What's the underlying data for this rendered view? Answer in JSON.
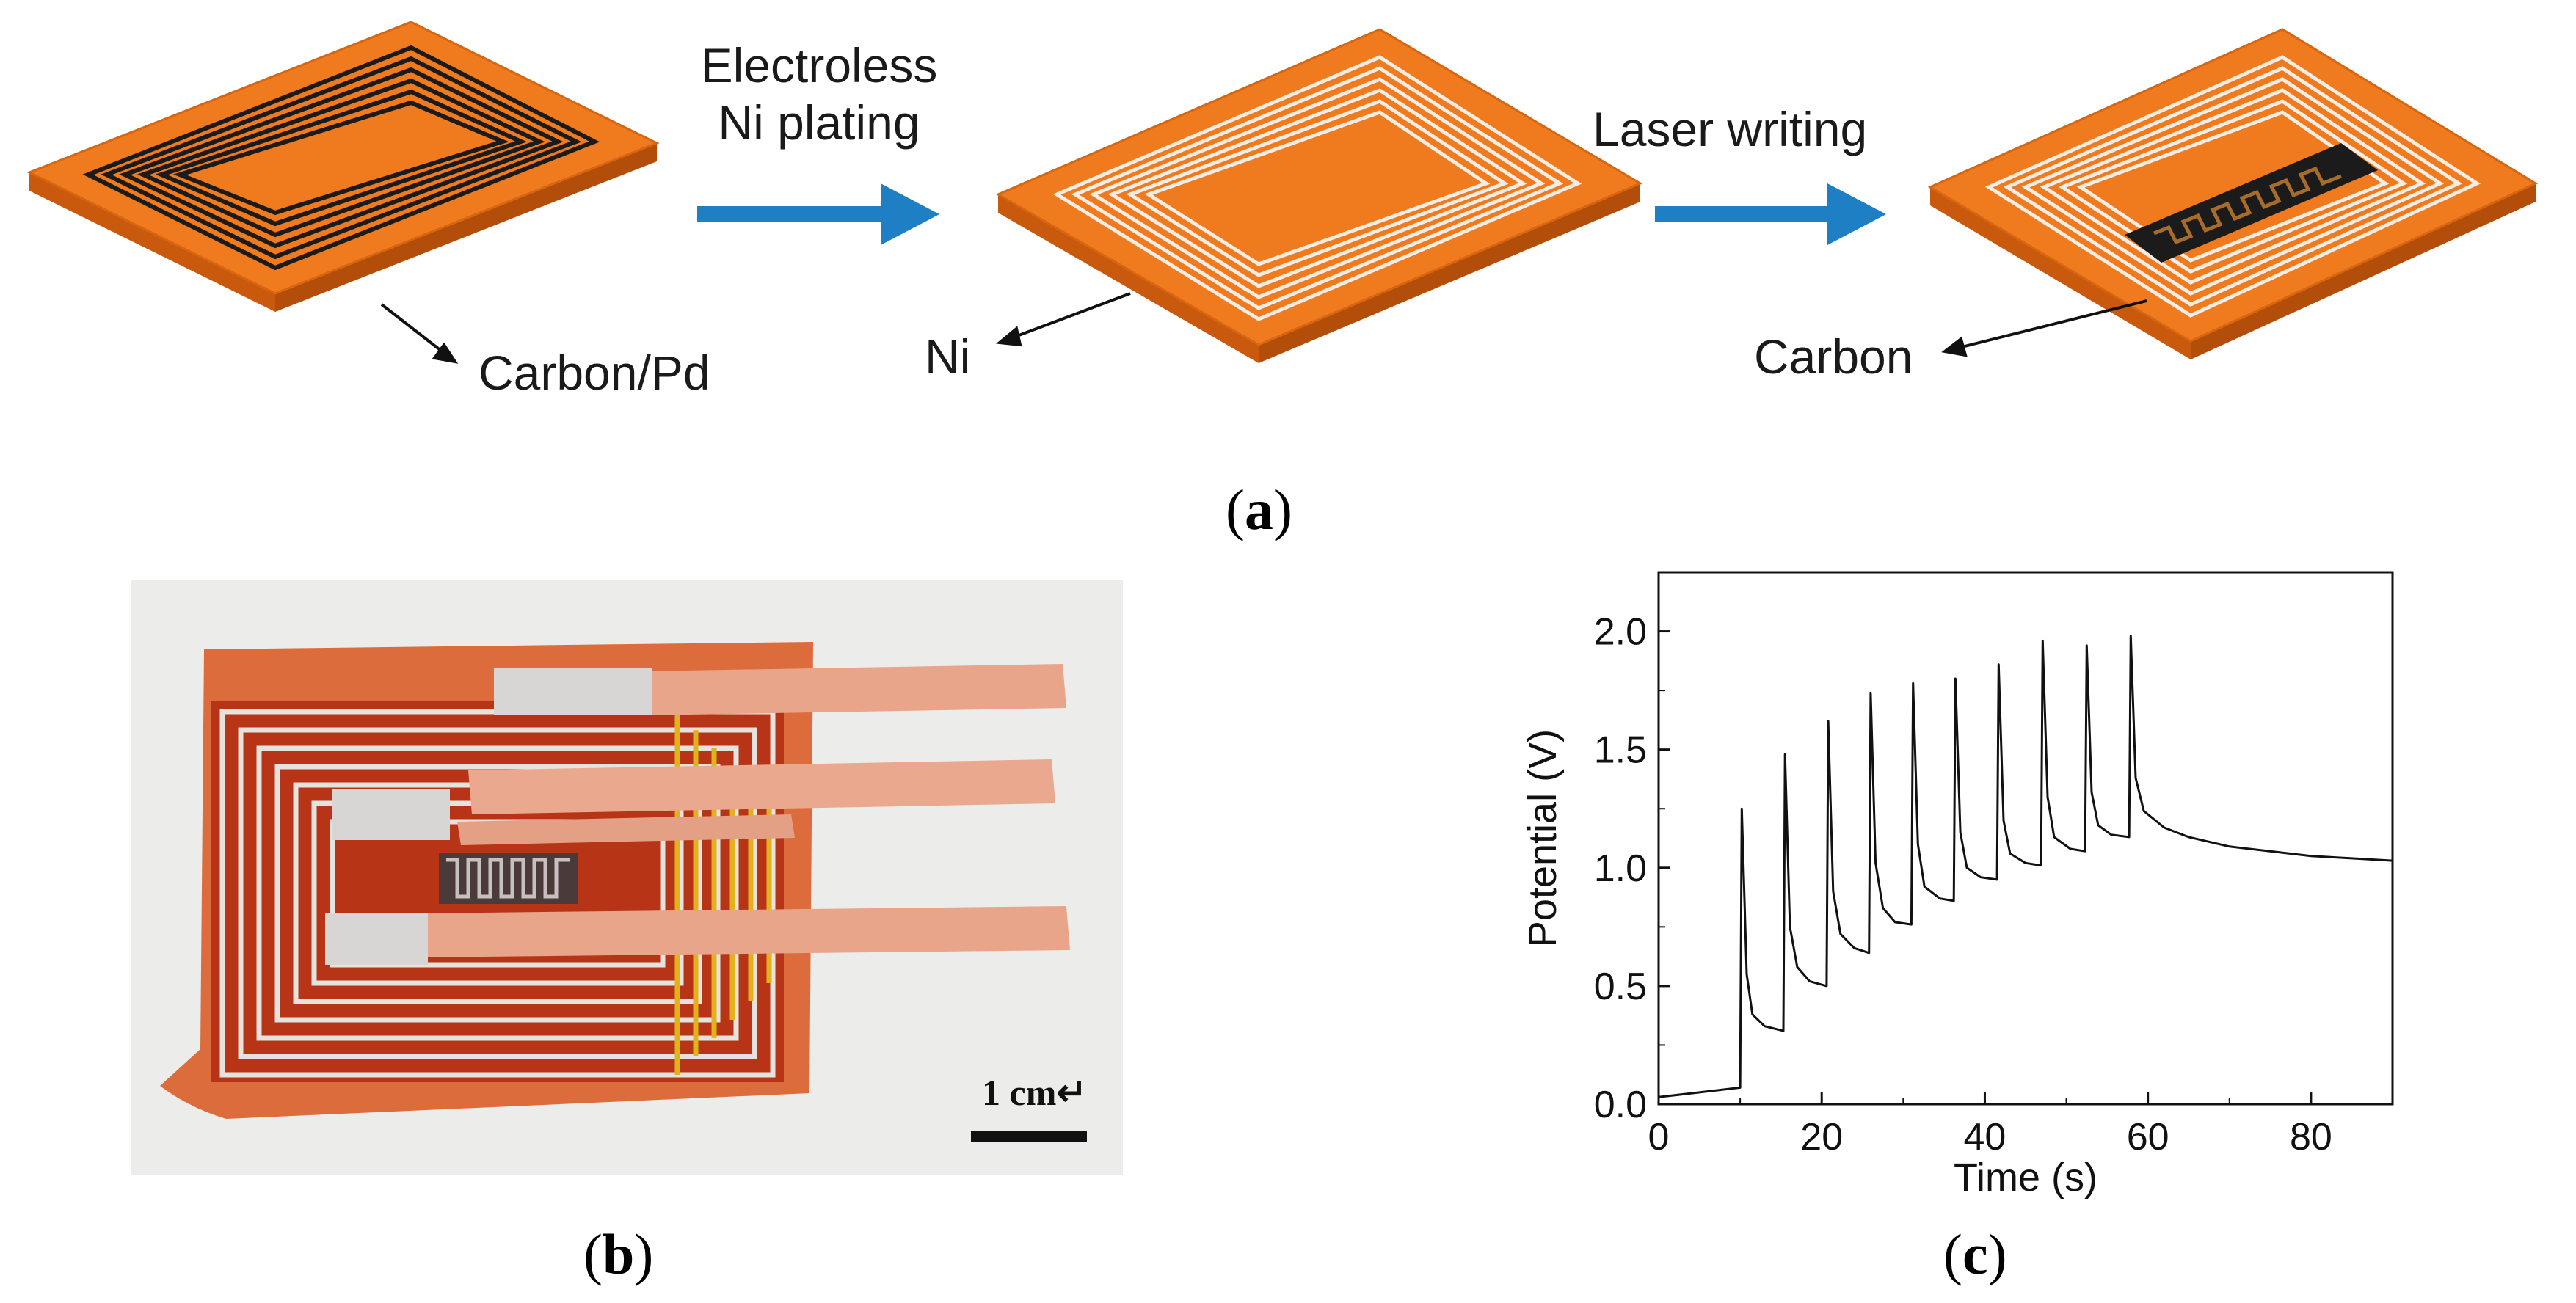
{
  "figure": {
    "panel_a": {
      "label_open": "(",
      "label_letter": "a",
      "label_close": ")",
      "step1_line1": "Electroless",
      "step1_line2": "Ni plating",
      "step2": "Laser writing",
      "callout_carbon_pd": "Carbon/Pd",
      "callout_ni": "Ni",
      "callout_carbon": "Carbon"
    },
    "panel_b": {
      "label_open": "(",
      "label_letter": "b",
      "label_close": ")",
      "scale_bar_text": "1 cm↵"
    },
    "panel_c": {
      "label_open": "(",
      "label_letter": "c",
      "label_close": ")"
    }
  },
  "colors": {
    "substrate": "#f07a1e",
    "substrate_edge": "#c9590c",
    "arrow": "#1f7fc4",
    "carbon": "#1b1b1b",
    "nickel": "#f3ede6",
    "copper": "#e9a58a",
    "kapton": "#c8401a",
    "gold_trace": "#e2b21c"
  },
  "chart_data": {
    "type": "line",
    "xlabel": "Time (s)",
    "ylabel": "Potential (V)",
    "xlim": [
      0,
      90
    ],
    "ylim": [
      0.0,
      2.25
    ],
    "xticks": [
      0,
      20,
      40,
      60,
      80
    ],
    "yticks": [
      0.0,
      0.5,
      1.0,
      1.5,
      2.0
    ],
    "xtick_labels": [
      "0",
      "20",
      "40",
      "60",
      "80"
    ],
    "ytick_labels": [
      "0.0",
      "0.5",
      "1.0",
      "1.5",
      "2.0"
    ],
    "series": [
      {
        "values": [
          [
            0,
            0.03
          ],
          [
            5,
            0.05
          ],
          [
            10,
            0.07
          ],
          [
            10.2,
            1.25
          ],
          [
            10.8,
            0.55
          ],
          [
            11.5,
            0.38
          ],
          [
            13,
            0.33
          ],
          [
            15.3,
            0.31
          ],
          [
            15.5,
            1.48
          ],
          [
            16.1,
            0.75
          ],
          [
            17,
            0.58
          ],
          [
            18.5,
            0.52
          ],
          [
            20.6,
            0.5
          ],
          [
            20.8,
            1.62
          ],
          [
            21.4,
            0.9
          ],
          [
            22.3,
            0.72
          ],
          [
            24,
            0.66
          ],
          [
            25.8,
            0.64
          ],
          [
            26.0,
            1.74
          ],
          [
            26.6,
            1.02
          ],
          [
            27.5,
            0.83
          ],
          [
            29,
            0.77
          ],
          [
            31.0,
            0.76
          ],
          [
            31.2,
            1.78
          ],
          [
            31.8,
            1.1
          ],
          [
            32.6,
            0.92
          ],
          [
            34.5,
            0.87
          ],
          [
            36.2,
            0.86
          ],
          [
            36.4,
            1.8
          ],
          [
            37.0,
            1.15
          ],
          [
            37.8,
            1.0
          ],
          [
            39.5,
            0.96
          ],
          [
            41.5,
            0.95
          ],
          [
            41.7,
            1.86
          ],
          [
            42.3,
            1.2
          ],
          [
            43.1,
            1.06
          ],
          [
            45,
            1.02
          ],
          [
            46.9,
            1.01
          ],
          [
            47.1,
            1.96
          ],
          [
            47.7,
            1.3
          ],
          [
            48.5,
            1.13
          ],
          [
            50.5,
            1.08
          ],
          [
            52.3,
            1.07
          ],
          [
            52.5,
            1.94
          ],
          [
            53.1,
            1.32
          ],
          [
            53.9,
            1.18
          ],
          [
            55.5,
            1.14
          ],
          [
            57.7,
            1.13
          ],
          [
            57.9,
            1.98
          ],
          [
            58.5,
            1.38
          ],
          [
            59.5,
            1.24
          ],
          [
            62,
            1.17
          ],
          [
            65,
            1.13
          ],
          [
            70,
            1.09
          ],
          [
            75,
            1.07
          ],
          [
            80,
            1.05
          ],
          [
            85,
            1.04
          ],
          [
            90,
            1.03
          ]
        ]
      }
    ]
  }
}
